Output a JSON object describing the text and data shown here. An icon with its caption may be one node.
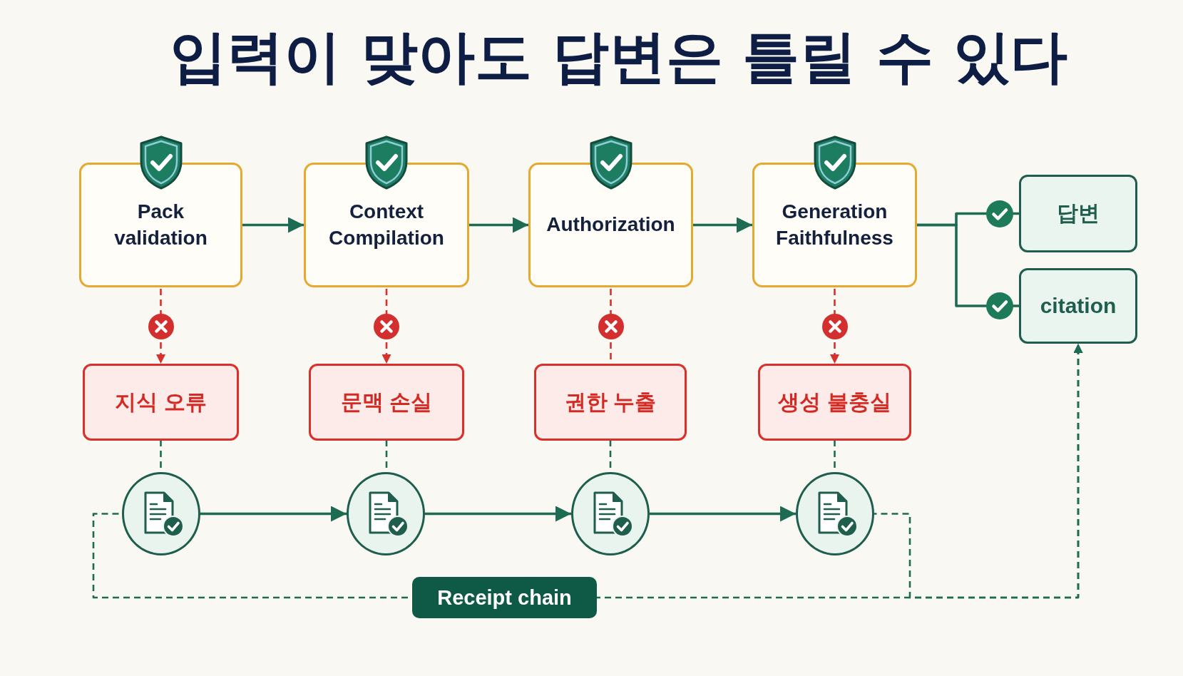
{
  "diagram": {
    "title": "입력이 맞아도 답변은 틀릴 수 있다",
    "nodes": [
      {
        "text": [
          "Pack validation"
        ]
      },
      {
        "text": [
          "Context Compilation"
        ]
      },
      {
        "text": [
          "Authorization"
        ]
      },
      {
        "text": [
          "Generation Faithfulness"
        ]
      },
      {
        "text": [
          "답변"
        ]
      },
      {
        "text": [
          "citation"
        ]
      },
      {
        "text": [
          "지식 오류"
        ]
      },
      {
        "text": [
          "문맥 손실"
        ]
      },
      {
        "text": [
          "권한 누출"
        ]
      },
      {
        "text": [
          "생성 불충실"
        ]
      },
      {
        "text": [],
        "shape": "circle"
      },
      {
        "text": [],
        "shape": "circle"
      },
      {
        "text": [],
        "shape": "circle"
      },
      {
        "text": [],
        "shape": "circle"
      },
      {
        "text": [
          "Receipt chain"
        ]
      }
    ],
    "edges": [
      {
        "from": 0,
        "to": 1,
        "arrow": "to"
      },
      {
        "from": 1,
        "to": 2,
        "arrow": "to"
      },
      {
        "from": 2,
        "to": 3,
        "arrow": "to"
      },
      {
        "from": 3,
        "to": 4,
        "arrow": "none"
      },
      {
        "from": 3,
        "to": 5,
        "arrow": "none"
      },
      {
        "from": 0,
        "to": 6,
        "arrow": "to",
        "style": "dashed",
        "color": "#d9302b"
      },
      {
        "from": 1,
        "to": 7,
        "arrow": "to",
        "style": "dashed",
        "color": "#d9302b"
      },
      {
        "from": 2,
        "to": 8,
        "arrow": "none",
        "style": "dashed",
        "color": "#d9302b"
      },
      {
        "from": 3,
        "to": 9,
        "arrow": "to",
        "style": "dashed",
        "color": "#d9302b"
      },
      {
        "from": 6,
        "to": 10,
        "arrow": "none",
        "style": "dashed"
      },
      {
        "from": 7,
        "to": 11,
        "arrow": "none",
        "style": "dashed"
      },
      {
        "from": 8,
        "to": 12,
        "arrow": "none",
        "style": "dashed"
      },
      {
        "from": 9,
        "to": 13,
        "arrow": "none",
        "style": "dashed"
      },
      {
        "from": 10,
        "to": 11,
        "arrow": "to"
      },
      {
        "from": 11,
        "to": 12,
        "arrow": "to"
      },
      {
        "from": 12,
        "to": 13,
        "arrow": "to"
      },
      {
        "from": 10,
        "to": 14,
        "arrow": "none",
        "style": "dashed"
      },
      {
        "from": 14,
        "to": 5,
        "arrow": "to",
        "style": "dashed"
      },
      {
        "from": 13,
        "to": 5,
        "arrow": "to",
        "style": "dashed"
      }
    ]
  }
}
